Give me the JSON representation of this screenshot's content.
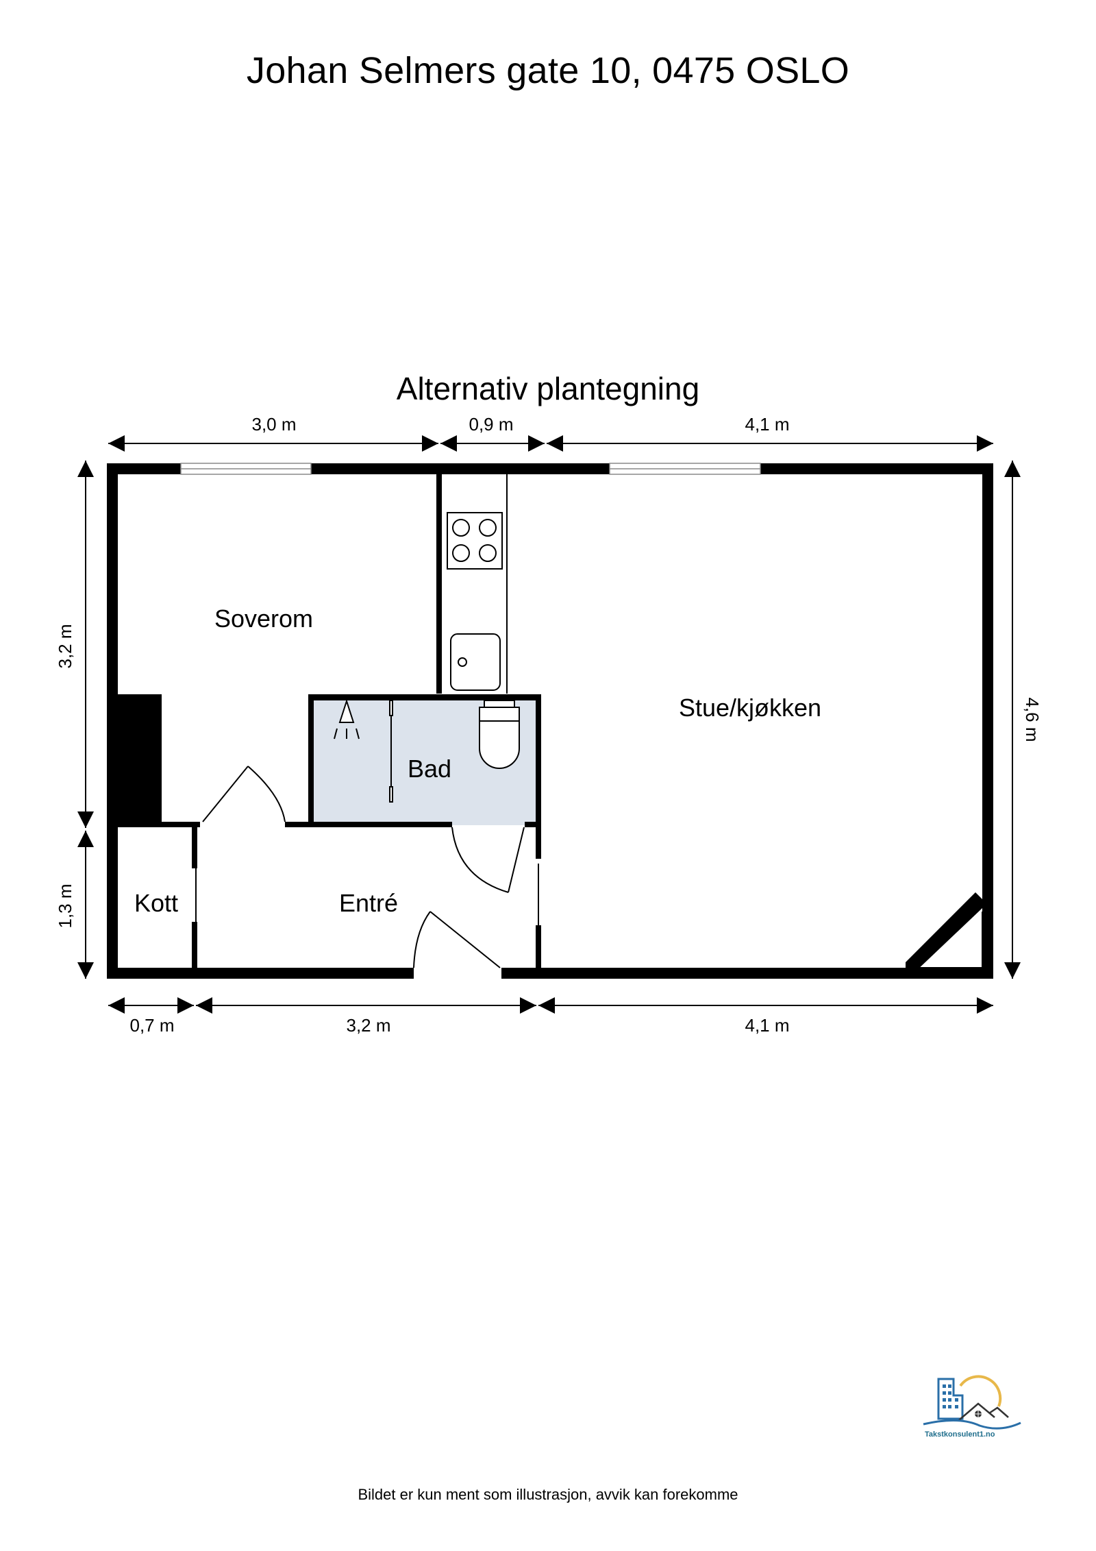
{
  "header": {
    "address": "Johan Selmers gate 10, 0475 OSLO"
  },
  "plan": {
    "title": "Alternativ plantegning",
    "colors": {
      "wall": "#000000",
      "bathroom_fill": "#dce3ec",
      "window_line": "#888888",
      "background": "#ffffff"
    },
    "dimensions": {
      "top": [
        "3,0 m",
        "0,9 m",
        "4,1 m"
      ],
      "bottom": [
        "0,7 m",
        "3,2 m",
        "4,1 m"
      ],
      "left": [
        "3,2 m",
        "1,3 m"
      ],
      "right": [
        "4,6 m"
      ]
    },
    "rooms": {
      "soverom": "Soverom",
      "stue_kjokken": "Stue/kjøkken",
      "bad": "Bad",
      "kott": "Kott",
      "entre": "Entré"
    }
  },
  "footer": {
    "disclaimer": "Bildet er kun ment som illustrasjon, avvik kan forekomme"
  },
  "logo": {
    "text": "Takstkonsulent1.no",
    "colors": {
      "building": "#2a6fa8",
      "sun": "#e8b84a",
      "wave": "#2a6fa8",
      "roof": "#333333"
    }
  }
}
